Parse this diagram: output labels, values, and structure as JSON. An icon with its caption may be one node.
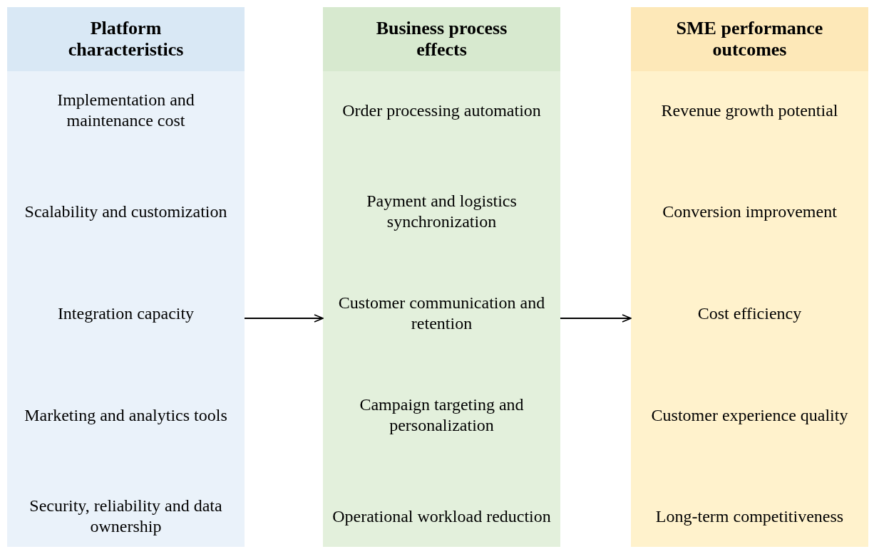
{
  "diagram": {
    "nodes": [
      {
        "text": [
          "Platform characteristics",
          "Implementation and maintenance cost",
          "Scalability and customization",
          "Integration capacity",
          "Marketing and analytics tools",
          "Security, reliability and data ownership"
        ]
      },
      {
        "text": [
          "Business process effects",
          "Order processing automation",
          "Payment and logistics synchronization",
          "Customer communication and retention",
          "Campaign targeting and personalization",
          "Operational workload reduction"
        ]
      },
      {
        "text": [
          "SME performance outcomes",
          "Revenue growth potential",
          "Conversion improvement",
          "Cost efficiency",
          "Customer experience quality",
          "Long-term competitiveness"
        ]
      }
    ],
    "edges": [
      {
        "from": 0,
        "to": 1,
        "arrow": "to"
      },
      {
        "from": 1,
        "to": 2,
        "arrow": "to"
      }
    ]
  }
}
